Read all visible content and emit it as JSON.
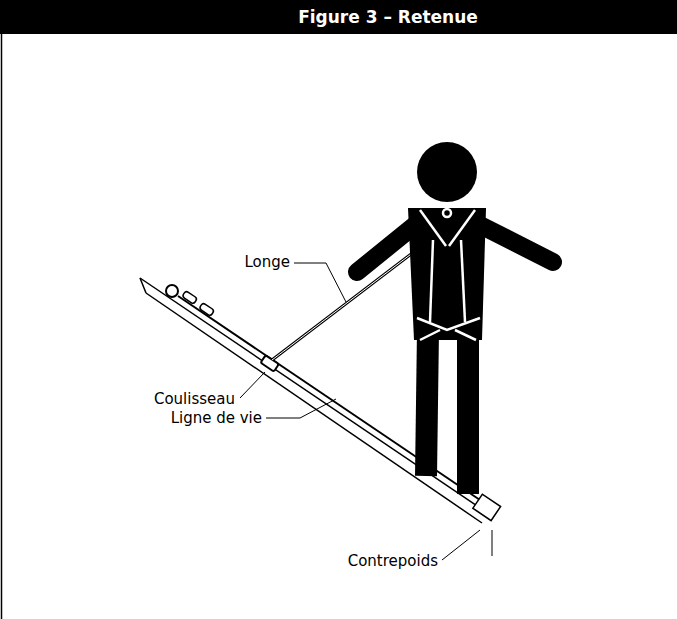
{
  "diagram": {
    "title": "Figure 3 – Retenue",
    "labels": [
      "Longe",
      "Coulisseau",
      "Ligne de vie",
      "Contrepoids"
    ]
  }
}
